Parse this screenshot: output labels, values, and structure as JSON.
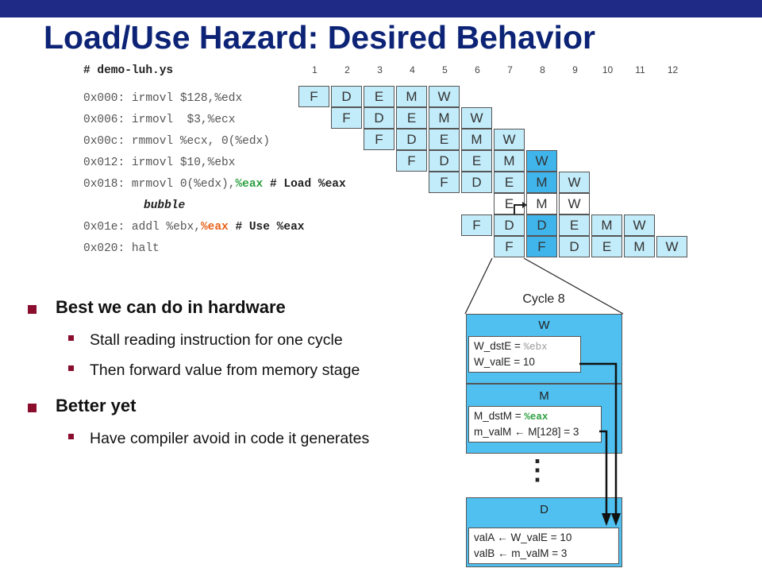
{
  "title": "Load/Use Hazard: Desired Behavior",
  "code": {
    "header": "# demo-luh.ys",
    "lines": [
      {
        "addr": "0x000:",
        "instr": "irmovl $128,%edx"
      },
      {
        "addr": "0x006:",
        "instr": "irmovl  $3,%ecx"
      },
      {
        "addr": "0x00c:",
        "instr": "rmmovl %ecx, 0(%edx)"
      },
      {
        "addr": "0x012:",
        "instr": "irmovl $10,%ebx"
      },
      {
        "addr": "0x018:",
        "instr_pre": "mrmovl 0(%edx),",
        "reg": "%eax",
        "comment": " # Load %eax"
      },
      {
        "addr": "",
        "bubble": "bubble"
      },
      {
        "addr": "0x01e:",
        "instr_pre": "addl %ebx,",
        "reg": "%eax",
        "comment": " # Use %eax"
      },
      {
        "addr": "0x020:",
        "instr": "halt"
      }
    ]
  },
  "cycles": [
    "1",
    "2",
    "3",
    "4",
    "5",
    "6",
    "7",
    "8",
    "9",
    "10",
    "11",
    "12"
  ],
  "pipeline_rows": [
    [
      "F",
      "D",
      "E",
      "M",
      "W"
    ],
    [
      "F",
      "D",
      "E",
      "M",
      "W"
    ],
    [
      "F",
      "D",
      "E",
      "M",
      "W"
    ],
    [
      "F",
      "D",
      "E",
      "M",
      "W"
    ],
    [
      "F",
      "D",
      "E",
      "M",
      "W"
    ],
    [
      "E",
      "M",
      "W"
    ],
    [
      "F",
      "D",
      "D",
      "E",
      "M",
      "W"
    ],
    [
      "F",
      "F",
      "D",
      "E",
      "M",
      "W"
    ]
  ],
  "bullets": [
    {
      "text": "Best we can do in hardware",
      "subs": [
        "Stall reading instruction for one cycle",
        "Then forward value from memory stage"
      ]
    },
    {
      "text": "Better yet",
      "subs": [
        "Have compiler avoid in code it generates"
      ]
    }
  ],
  "detail": {
    "cycle_label": "Cycle 8",
    "w": {
      "label": "W",
      "line1_pre": "W_dstE = ",
      "line1_val": "%ebx",
      "line2": "W_valE = 10"
    },
    "m": {
      "label": "M",
      "line1_pre": "M_dstM = ",
      "line1_val": "%eax",
      "line2": "m_valM ← M[128] = 3"
    },
    "dots": "⋮",
    "d": {
      "label": "D",
      "line1": "valA ← W_valE = 10",
      "line2": "valB ← m_valM = 3"
    }
  },
  "colors": {
    "accent_green": "#2ea043",
    "accent_orange": "#e8621b",
    "stage_light": "#c3ecfa",
    "stage_dark": "#3fb5ec",
    "title": "#0c2376",
    "bullet": "#8b0d2e"
  }
}
